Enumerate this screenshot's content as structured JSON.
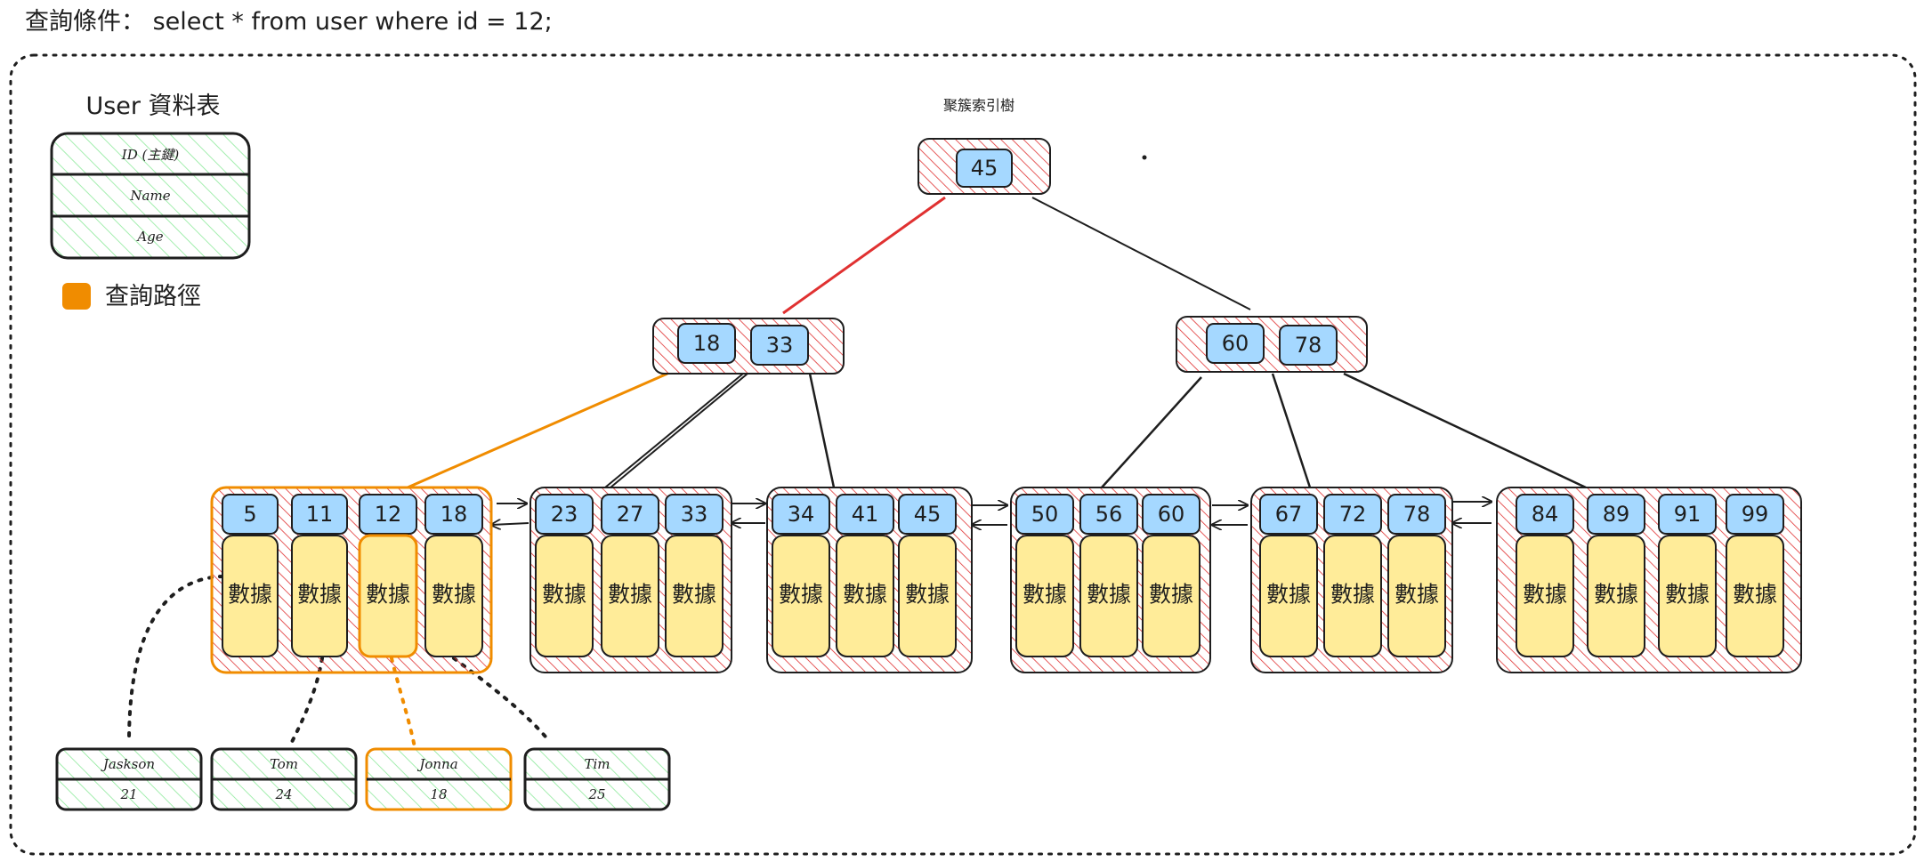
{
  "query": "查詢條件： select * from user where id = 12;",
  "table": {
    "title": "User 資料表",
    "fields": [
      "ID (主鍵)",
      "Name",
      "Age"
    ]
  },
  "legend": {
    "label": "查詢路徑",
    "color": "#f08c00"
  },
  "tree": {
    "title": "聚簇索引樹",
    "root": [
      "45"
    ],
    "internal": [
      [
        "18",
        "33"
      ],
      [
        "60",
        "78"
      ]
    ],
    "leaves": [
      [
        "5",
        "11",
        "12",
        "18"
      ],
      [
        "23",
        "27",
        "33"
      ],
      [
        "34",
        "41",
        "45"
      ],
      [
        "50",
        "56",
        "60"
      ],
      [
        "67",
        "72",
        "78"
      ],
      [
        "84",
        "89",
        "91",
        "99"
      ]
    ],
    "data_label": "數據",
    "highlight_key": "12"
  },
  "records": [
    {
      "name": "Jaskson",
      "age": "21"
    },
    {
      "name": "Tom",
      "age": "24"
    },
    {
      "name": "Jonna",
      "age": "18",
      "highlight": true
    },
    {
      "name": "Tim",
      "age": "25"
    }
  ],
  "colors": {
    "key_fill": "#a5d8ff",
    "data_fill": "#ffec99",
    "node_hatch": "#e03131",
    "table_hatch": "#b2f2bb",
    "path": "#f08c00",
    "root_link": "#e03131",
    "stroke": "#1e1e1e"
  }
}
